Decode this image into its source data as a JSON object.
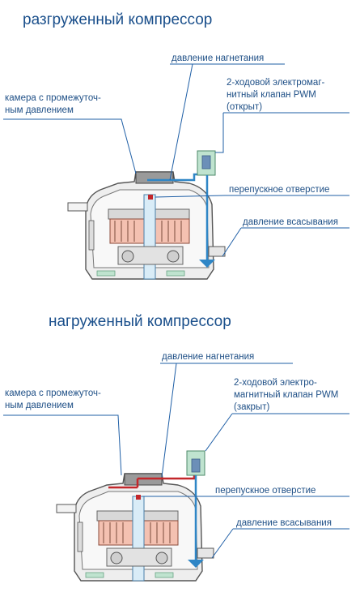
{
  "colors": {
    "label_text": "#1e4f86",
    "leader_line": "#1f5fa6",
    "suction_line": "#2f86c6",
    "discharge_line_loaded": "#c3272b",
    "solenoid_fill": "#bfe3cf",
    "piston_fill": "#f2b7a5",
    "housing_fill": "#e8e8e8"
  },
  "top_panel": {
    "title": "разгруженный компрессор",
    "label_discharge": "давление нагнетания",
    "label_valve_line1": "2-ходовой электромаг-",
    "label_valve_line2": "нитный клапан PWM",
    "label_valve_line3": "(открыт)",
    "label_chamber_line1": "камера с промежуточ-",
    "label_chamber_line2": "ным давлением",
    "label_bypass": "перепускное отверстие",
    "label_suction": "давление всасывания"
  },
  "bottom_panel": {
    "title": "нагруженный компрессор",
    "label_discharge": "давление нагнетания",
    "label_valve_line1": "2-ходовой электро-",
    "label_valve_line2": "магнитный клапан PWM",
    "label_valve_line3": "(закрыт)",
    "label_chamber_line1": "камера с промежуточ-",
    "label_chamber_line2": "ным давлением",
    "label_bypass": "перепускное отверстие",
    "label_suction": "давление всасывания"
  }
}
